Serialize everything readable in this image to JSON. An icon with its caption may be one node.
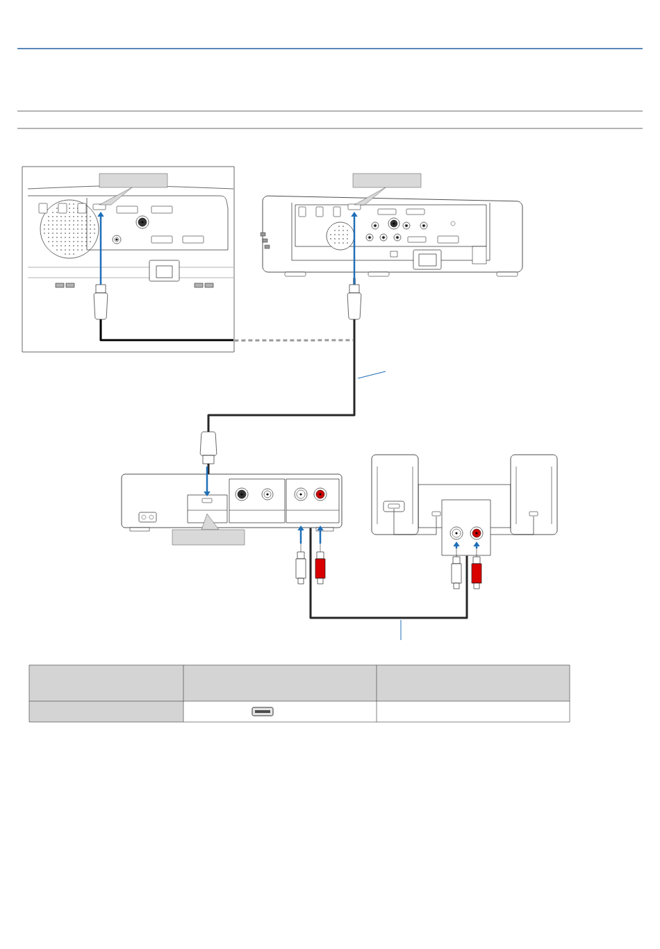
{
  "diagram": {
    "nodes": [
      {
        "text": [],
        "shape": "picture"
      },
      {
        "text": [],
        "shape": "picture"
      },
      {
        "text": [],
        "shape": "picture"
      },
      {
        "text": [],
        "shape": "picture"
      },
      {
        "text": [],
        "shape": "box",
        "in": 0
      },
      {
        "text": [],
        "shape": "box"
      },
      {
        "text": [],
        "shape": "box"
      }
    ],
    "edges": [
      {
        "from": 2,
        "to": 1,
        "arrow": "none"
      },
      {
        "from": 0,
        "to": null,
        "arrow": "none",
        "style": "dashed",
        "color": "#999999"
      },
      {
        "from": 2,
        "to": 3,
        "arrow": "none"
      }
    ]
  }
}
